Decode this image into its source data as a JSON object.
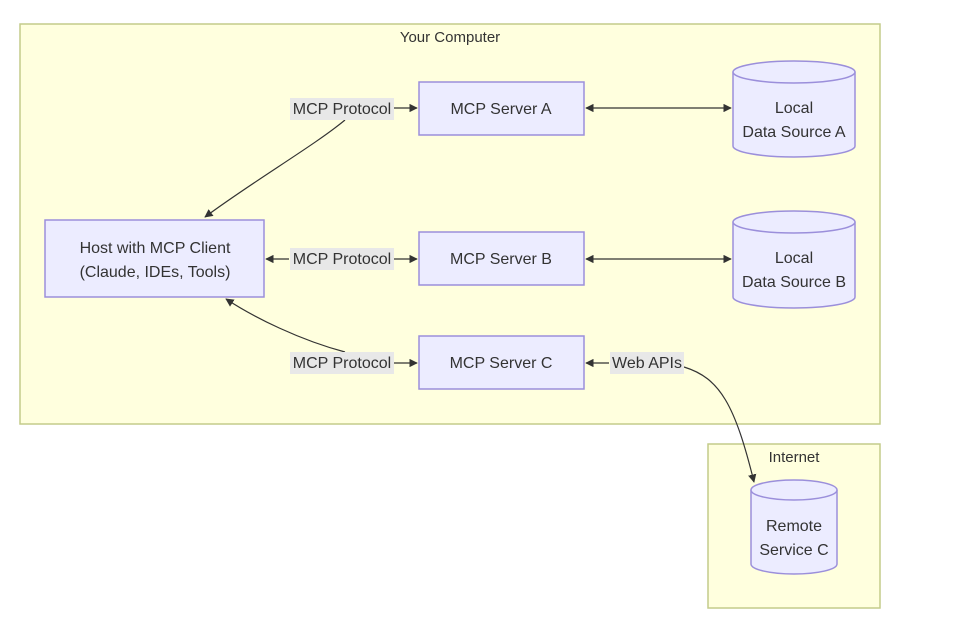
{
  "clusters": {
    "your_computer": "Your Computer",
    "internet": "Internet"
  },
  "nodes": {
    "host": [
      "Host with MCP Client",
      "(Claude, IDEs, Tools)"
    ],
    "server_a": "MCP Server A",
    "server_b": "MCP Server B",
    "server_c": "MCP Server C",
    "source_a": [
      "Local",
      "Data Source A"
    ],
    "source_b": [
      "Local",
      "Data Source B"
    ],
    "remote_c": [
      "Remote",
      "Service C"
    ]
  },
  "edges": {
    "host_to_a": "MCP Protocol",
    "host_to_b": "MCP Protocol",
    "host_to_c": "MCP Protocol",
    "c_to_remote": "Web APIs"
  },
  "colors": {
    "cluster_fill": "#ffffde",
    "cluster_stroke": "#c4cc8a",
    "node_fill": "#ececff",
    "node_stroke": "#9b8fdb",
    "edge_label_bg": "#e8e8e8",
    "line": "#333333"
  }
}
